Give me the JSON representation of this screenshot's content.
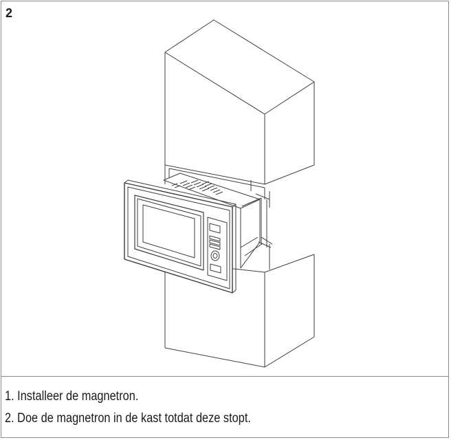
{
  "step_number": "2",
  "instructions": [
    "1. Installeer de magnetron.",
    "2. Doe de magnetron in de kast totdat deze stopt."
  ]
}
